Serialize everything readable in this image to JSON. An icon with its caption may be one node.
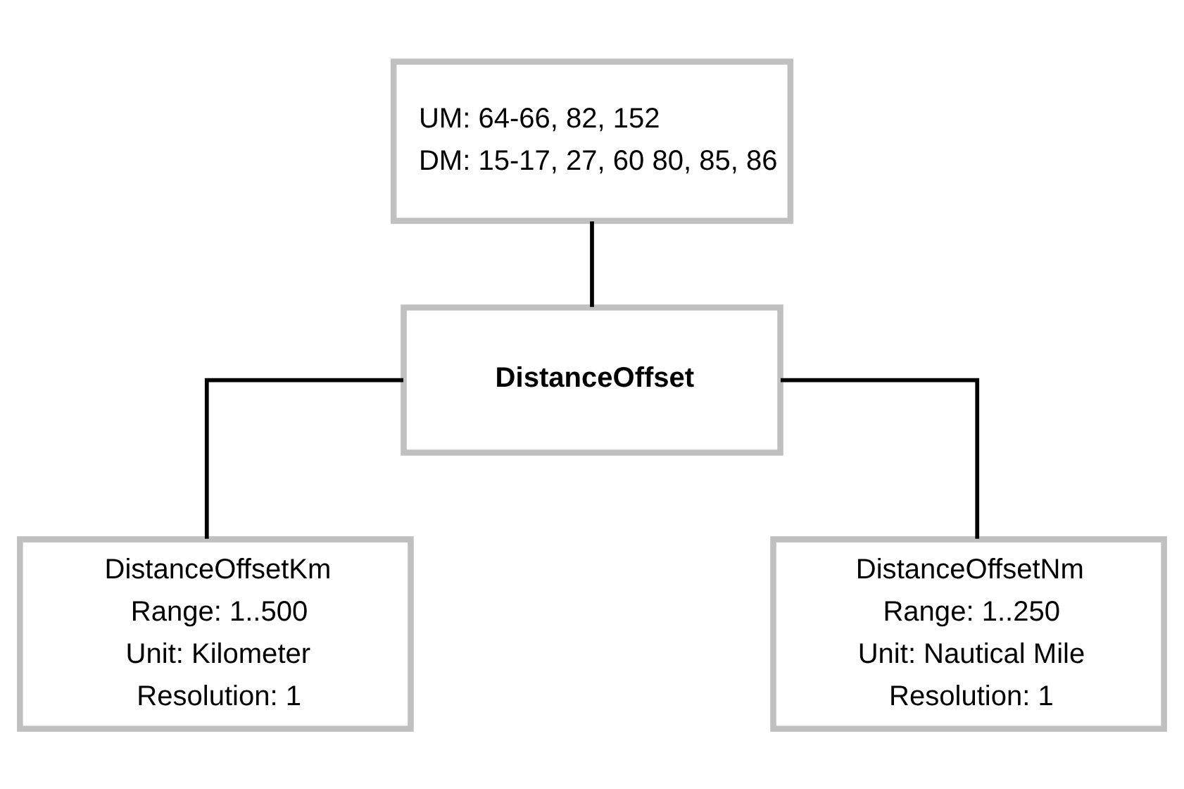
{
  "diagram": {
    "nodes": [
      {
        "text": [
          "UM: 64-66, 82, 152",
          "DM: 15-17, 27, 60 80, 85, 86"
        ]
      },
      {
        "text": [
          "DistanceOffset"
        ]
      },
      {
        "text": [
          "DistanceOffsetKm",
          "Range: 1..500",
          "Unit: Kilometer",
          "Resolution: 1"
        ]
      },
      {
        "text": [
          "DistanceOffsetNm",
          "Range: 1..250",
          "Unit: Nautical Mile",
          "Resolution: 1"
        ]
      }
    ],
    "edges": [
      {
        "from": 0,
        "to": 1,
        "arrow": "none"
      },
      {
        "from": 1,
        "to": 2,
        "arrow": "none"
      },
      {
        "from": 1,
        "to": 3,
        "arrow": "none"
      }
    ]
  }
}
